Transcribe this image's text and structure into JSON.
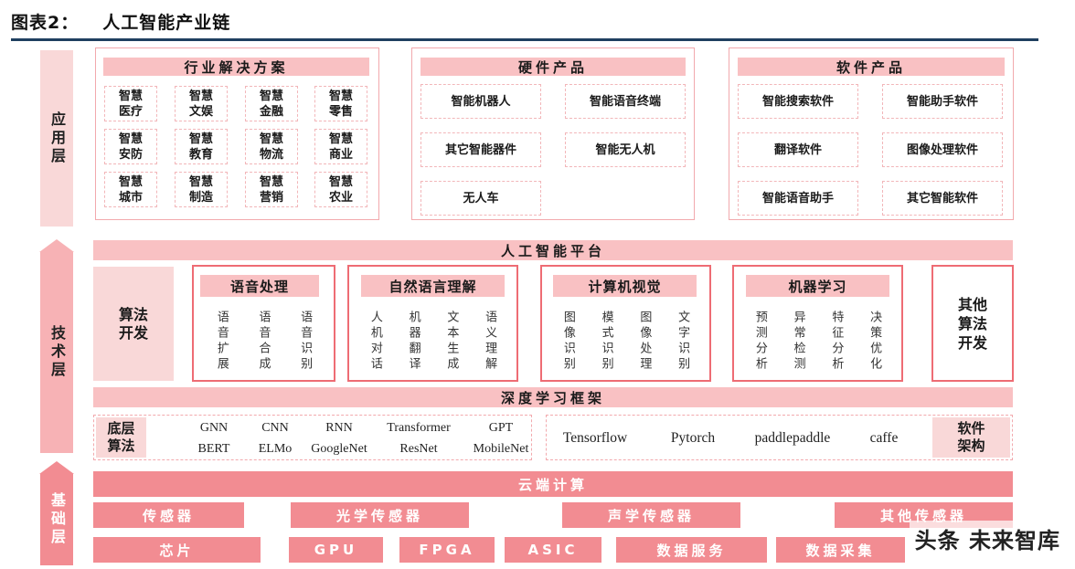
{
  "header": {
    "label": "图表2：",
    "title": "人工智能产业链"
  },
  "layers": {
    "application": "应用层",
    "technology": "技术层",
    "foundation": "基础层"
  },
  "application": {
    "industry": {
      "title": "行业解决方案",
      "items": [
        "智慧\n医疗",
        "智慧\n文娱",
        "智慧\n金融",
        "智慧\n零售",
        "智慧\n安防",
        "智慧\n教育",
        "智慧\n物流",
        "智慧\n商业",
        "智慧\n城市",
        "智慧\n制造",
        "智慧\n营销",
        "智慧\n农业"
      ]
    },
    "hardware": {
      "title": "硬件产品",
      "items": [
        "智能机器人",
        "智能语音终端",
        "其它智能器件",
        "智能无人机",
        "无人车"
      ]
    },
    "software": {
      "title": "软件产品",
      "items": [
        "智能搜索软件",
        "智能助手软件",
        "翻译软件",
        "图像处理软件",
        "智能语音助手",
        "其它智能软件"
      ]
    }
  },
  "technology": {
    "platform": "人工智能平台",
    "algo_dev": "算法\n开发",
    "modules": [
      {
        "title": "语音处理",
        "cols": [
          "语音扩展",
          "语音合成",
          "语音识别"
        ]
      },
      {
        "title": "自然语言理解",
        "cols": [
          "人机对话",
          "机器翻译",
          "文本生成",
          "语义理解"
        ]
      },
      {
        "title": "计算机视觉",
        "cols": [
          "图像识别",
          "模式识别",
          "图像处理",
          "文字识别"
        ]
      },
      {
        "title": "机器学习",
        "cols": [
          "预测分析",
          "异常检测",
          "特征分析",
          "决策优化"
        ]
      }
    ],
    "other_algo": "其他\n算法\n开发",
    "framework": "深度学习框架",
    "base_algo": {
      "label": "底层\n算法",
      "row1": [
        "GNN",
        "CNN",
        "RNN",
        "Transformer",
        "GPT"
      ],
      "row2": [
        "BERT",
        "ELMo",
        "GoogleNet",
        "ResNet",
        "MobileNet"
      ]
    },
    "software_arch": {
      "items": [
        "Tensorflow",
        "Pytorch",
        "paddlepaddle",
        "caffe"
      ],
      "label": "软件\n架构"
    }
  },
  "foundation": {
    "cloud": "云端计算",
    "row1": [
      "传感器",
      "光学传感器",
      "声学传感器",
      "其他传感器"
    ],
    "row2": [
      "芯片",
      "GPU",
      "FPGA",
      "ASIC",
      "数据服务",
      "数据采集"
    ]
  },
  "watermark": "头条 未来智库",
  "colors": {
    "dark_navy": "#1f3f60",
    "pink_dark": "#f28c92",
    "pink_light": "#f9c1c3",
    "pink_pale": "#f9d8d8",
    "red_border": "#ee6c74"
  }
}
